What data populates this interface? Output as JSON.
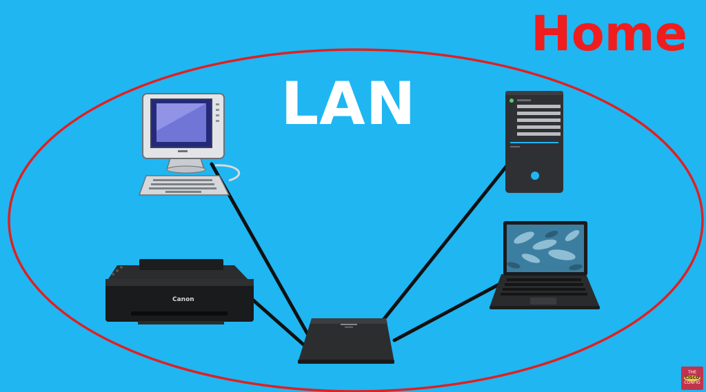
{
  "diagram": {
    "title": "LAN",
    "scope_label": "Home",
    "printer_brand": "Canon",
    "watermark": {
      "line1": "THE",
      "line2": "CISCO",
      "line3": "CONFIG"
    },
    "nodes": [
      {
        "id": "router",
        "icon": "router-icon"
      },
      {
        "id": "desktop",
        "icon": "desktop-computer-icon"
      },
      {
        "id": "printer",
        "icon": "printer-icon"
      },
      {
        "id": "server",
        "icon": "server-tower-icon"
      },
      {
        "id": "laptop",
        "icon": "laptop-icon"
      }
    ],
    "links": [
      {
        "from": "router",
        "to": "desktop"
      },
      {
        "from": "router",
        "to": "printer"
      },
      {
        "from": "router",
        "to": "server"
      },
      {
        "from": "router",
        "to": "laptop"
      }
    ],
    "colors": {
      "background": "#1fb6f2",
      "boundary": "#e02020",
      "title": "#ffffff",
      "scope_label": "#ef1d1d",
      "link": "#111111"
    }
  }
}
